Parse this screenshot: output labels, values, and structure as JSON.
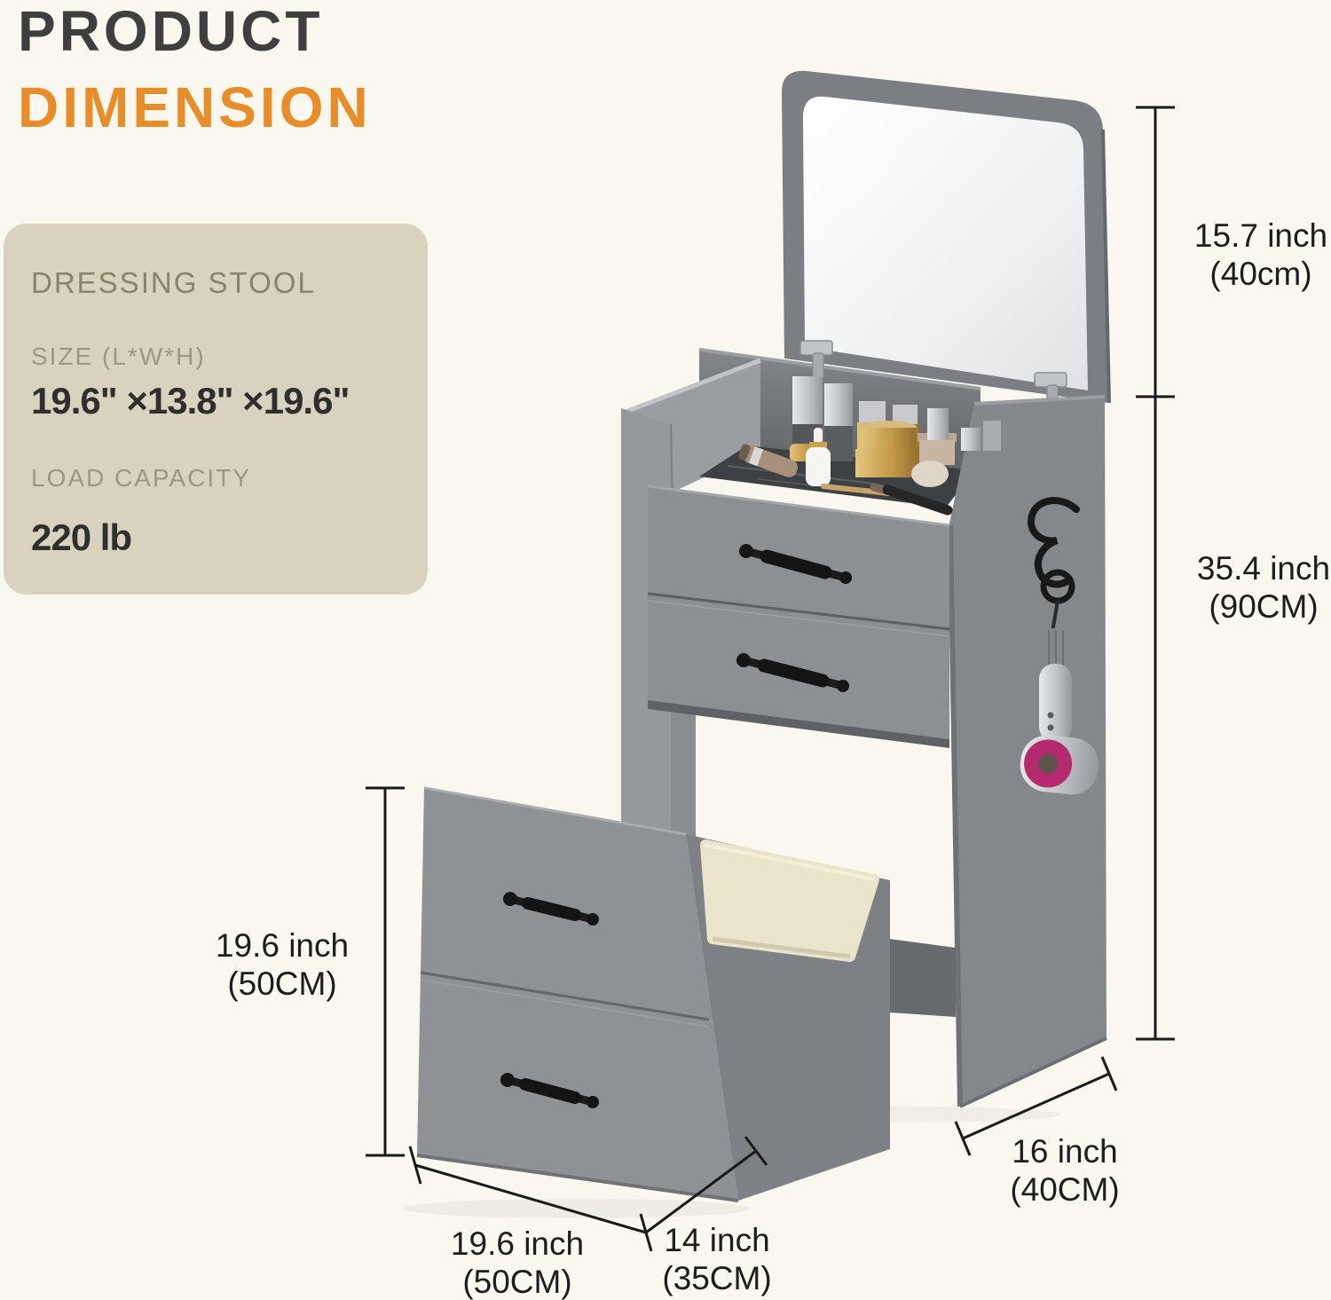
{
  "colors": {
    "page_background": "#faf7ee",
    "title_dark": "#3f3f3f",
    "title_accent_orange": "#e78e2b",
    "card_background": "#d8d2bf",
    "card_muted_text": "#9d977f",
    "card_value_text": "#2f2f2f",
    "furniture_gray": "#8d9093",
    "furniture_side_gray": "#7d8084",
    "cushion_cream": "#eae4cb",
    "handle_black": "#1c1c1c",
    "dryer_ring_magenta": "#b5296e",
    "dimension_line": "#1a1a1a"
  },
  "header": {
    "title_line1": "PRODUCT",
    "title_line2": "DIMENSION"
  },
  "info_card": {
    "heading": "DRESSING STOOL",
    "size_label": "SIZE (L*W*H)",
    "size_value": "19.6\" ×13.8\" ×19.6\"",
    "load_label": "LOAD CAPACITY",
    "load_value": "220 lb"
  },
  "dimensions": {
    "mirror_height": {
      "line1": "15.7 inch",
      "line2": "(40cm)"
    },
    "body_height": {
      "line1": "35.4 inch",
      "line2": "(90CM)"
    },
    "stool_height": {
      "line1": "19.6 inch",
      "line2": "(50CM)"
    },
    "stool_width": {
      "line1": "19.6 inch",
      "line2": "(50CM)"
    },
    "stool_depth": {
      "line1": "14 inch",
      "line2": "(35CM)"
    },
    "vanity_depth": {
      "line1": "16 inch",
      "line2": "(40CM)"
    }
  }
}
